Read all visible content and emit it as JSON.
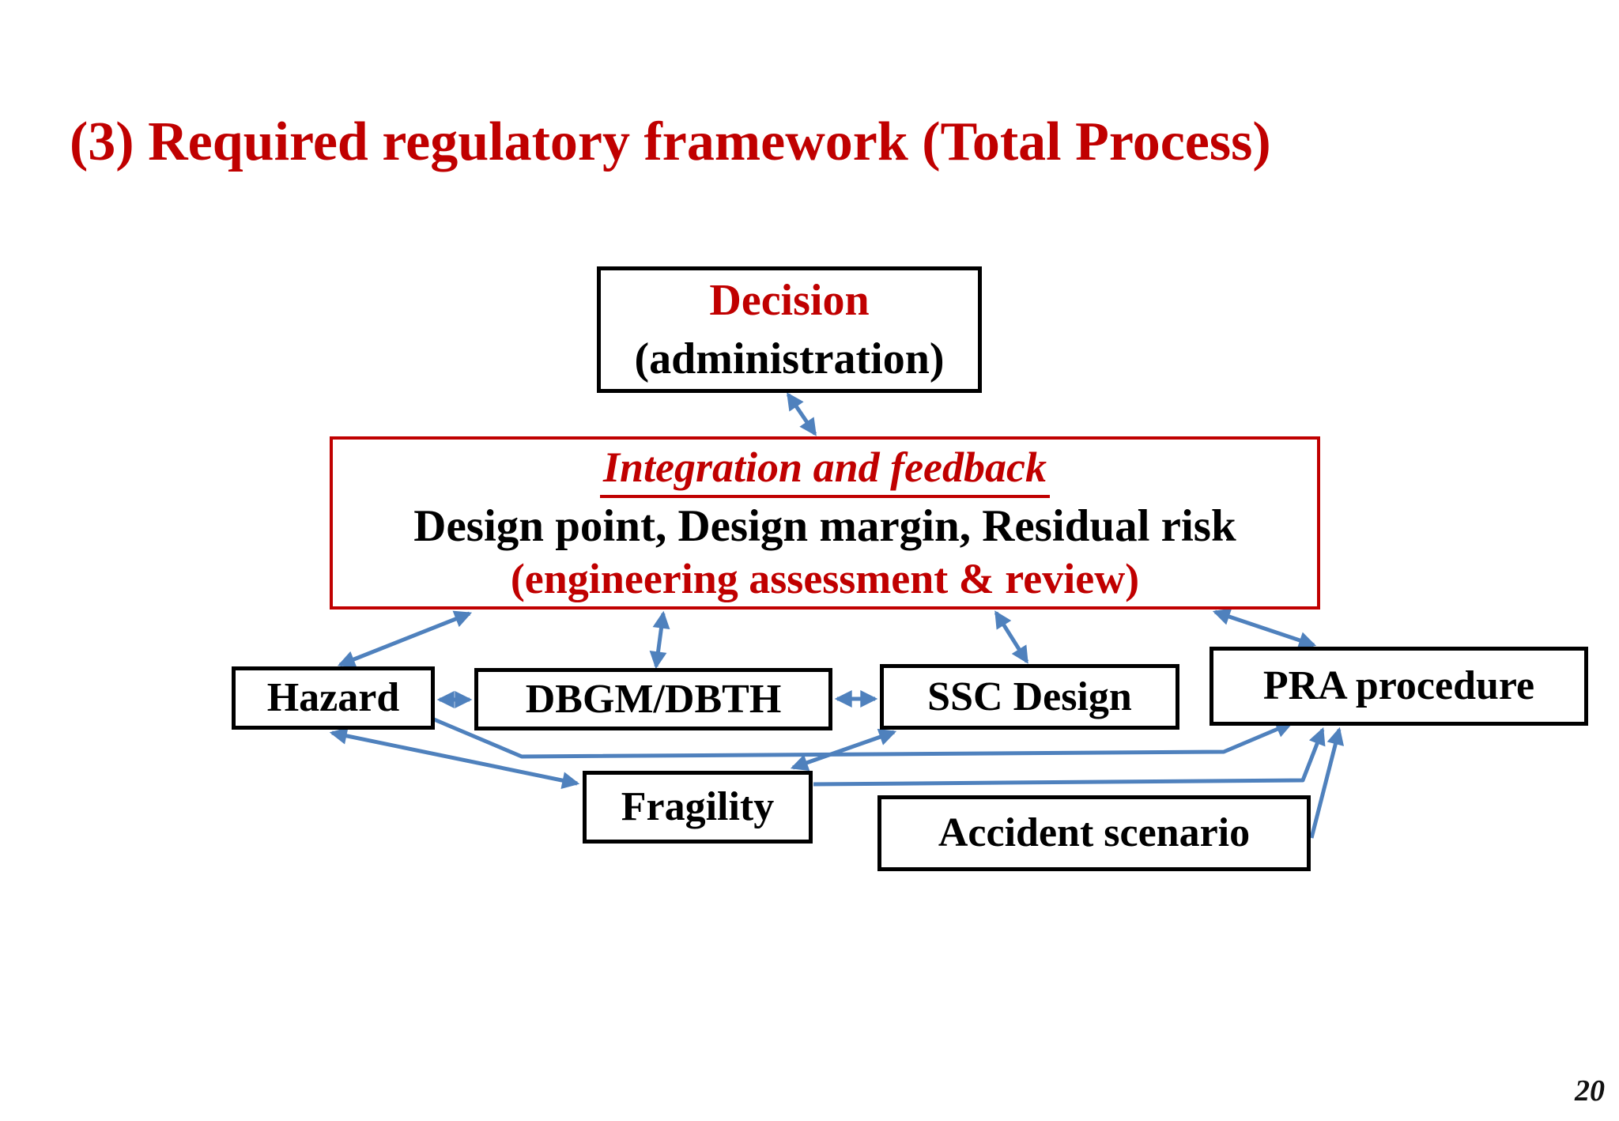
{
  "slide": {
    "title": "(3) Required regulatory framework (Total Process)",
    "page_number": "20"
  },
  "nodes": {
    "decision": {
      "title": "Decision",
      "subtitle": "(administration)"
    },
    "integration": {
      "title": "Integration and feedback",
      "line2": "Design point, Design margin, Residual risk",
      "line3": "(engineering assessment & review)"
    },
    "hazard": {
      "label": "Hazard"
    },
    "dbgm": {
      "label": "DBGM/DBTH"
    },
    "ssc": {
      "label": "SSC Design"
    },
    "pra": {
      "label": "PRA procedure"
    },
    "fragility": {
      "label": "Fragility"
    },
    "accident": {
      "label": "Accident scenario"
    }
  },
  "edges": [
    {
      "from": "decision",
      "to": "integration",
      "bidirectional": true
    },
    {
      "from": "integration",
      "to": "hazard",
      "bidirectional": true
    },
    {
      "from": "integration",
      "to": "dbgm",
      "bidirectional": true
    },
    {
      "from": "integration",
      "to": "ssc",
      "bidirectional": true
    },
    {
      "from": "integration",
      "to": "pra",
      "bidirectional": true
    },
    {
      "from": "hazard",
      "to": "dbgm",
      "bidirectional": true
    },
    {
      "from": "dbgm",
      "to": "ssc",
      "bidirectional": true
    },
    {
      "from": "hazard",
      "to": "fragility",
      "bidirectional": true
    },
    {
      "from": "fragility",
      "to": "ssc",
      "bidirectional": true
    },
    {
      "from": "dbgm",
      "to": "pra",
      "bidirectional": false
    },
    {
      "from": "fragility",
      "to": "pra",
      "bidirectional": false
    },
    {
      "from": "accident",
      "to": "pra",
      "bidirectional": false
    }
  ],
  "colors": {
    "accent_red": "#c00000",
    "arrow_blue": "#4f81bd",
    "text_black": "#000000",
    "background": "#ffffff"
  }
}
